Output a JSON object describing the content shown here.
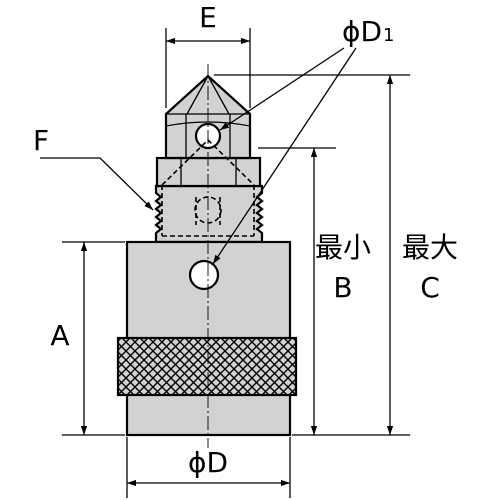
{
  "labels": {
    "e": "E",
    "phi_d1_symbol": "ϕ",
    "d1_letter": "D",
    "d1_subscript": "1",
    "f": "F",
    "a": "A",
    "min_text": "最小",
    "b": "B",
    "max_text": "最大",
    "c": "C",
    "phi_d": "ϕD"
  },
  "colors": {
    "body_fill": "#d2d2d2",
    "stroke": "#000000",
    "background": "#ffffff"
  }
}
